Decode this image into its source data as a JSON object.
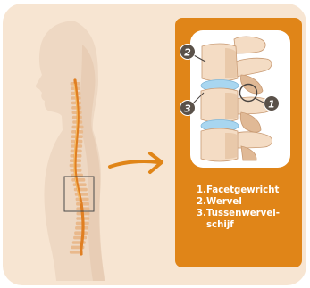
{
  "colors": {
    "background": "#f7e5d2",
    "body": "#eed8c3",
    "body_shade": "#e4c7ab",
    "spine_rib": "#e9b98c",
    "spine_cord": "#e07f22",
    "accent": "#e08518",
    "card": "#ffffff",
    "bone": "#f4dcc4",
    "bone_shade": "#e0b996",
    "disc": "#a8d6f0",
    "marker": "#5a5149"
  },
  "markers": [
    {
      "number": "2",
      "name": "wervel"
    },
    {
      "number": "3",
      "name": "tussenwervelschijf"
    },
    {
      "number": "1",
      "name": "facetgewricht"
    }
  ],
  "legend": [
    {
      "number": "1.",
      "text": "Facetgewricht"
    },
    {
      "number": "2.",
      "text": "Wervel"
    },
    {
      "number": "3.",
      "text": "Tussenwervel-schijf"
    }
  ]
}
